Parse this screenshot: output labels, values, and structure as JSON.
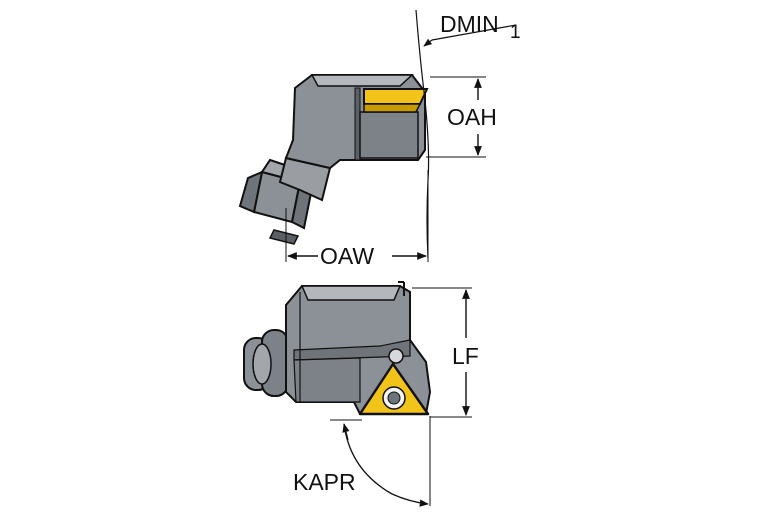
{
  "labels": {
    "dmin_main": "DMIN",
    "dmin_sub": "1",
    "oah": "OAH",
    "oaw": "OAW",
    "lf": "LF",
    "kapr": "KAPR"
  },
  "colors": {
    "body_gray": "#8c9197",
    "body_dark": "#5b6066",
    "body_light": "#b4b8bd",
    "insert_yellow": "#f2c41a",
    "insert_yellow_dark": "#c99a00",
    "outline": "#111111",
    "dimension": "#111111"
  },
  "icons": {
    "top_view": "cutting-tool-top-view-icon",
    "side_view": "cutting-tool-side-view-icon",
    "insert": "triangular-insert-icon"
  }
}
